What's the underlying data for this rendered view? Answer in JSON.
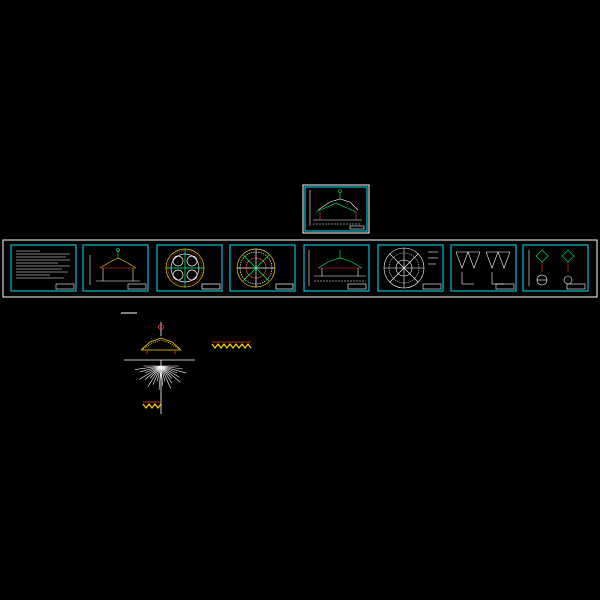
{
  "viewer": {
    "background": "#000000",
    "accent": "#00e5ff",
    "frame_color": "#ffffff",
    "detail_colors": [
      "#00ff66",
      "#ffd400",
      "#ff3b3b",
      "#ffffff",
      "#ff00ff"
    ]
  },
  "drawing_set": {
    "sheets": [
      {
        "id": "top",
        "kind": "section-view"
      },
      {
        "id": "s1",
        "kind": "text-notes"
      },
      {
        "id": "s2",
        "kind": "elevation"
      },
      {
        "id": "s3",
        "kind": "roof-plan-circle"
      },
      {
        "id": "s4",
        "kind": "ring-plan"
      },
      {
        "id": "s5",
        "kind": "section-view"
      },
      {
        "id": "s6",
        "kind": "radial-plan"
      },
      {
        "id": "s7",
        "kind": "truss-detail"
      },
      {
        "id": "s8",
        "kind": "node-details"
      }
    ]
  },
  "loose_detail": {
    "kind": "pavilion-elevation-with-radial-layout"
  }
}
